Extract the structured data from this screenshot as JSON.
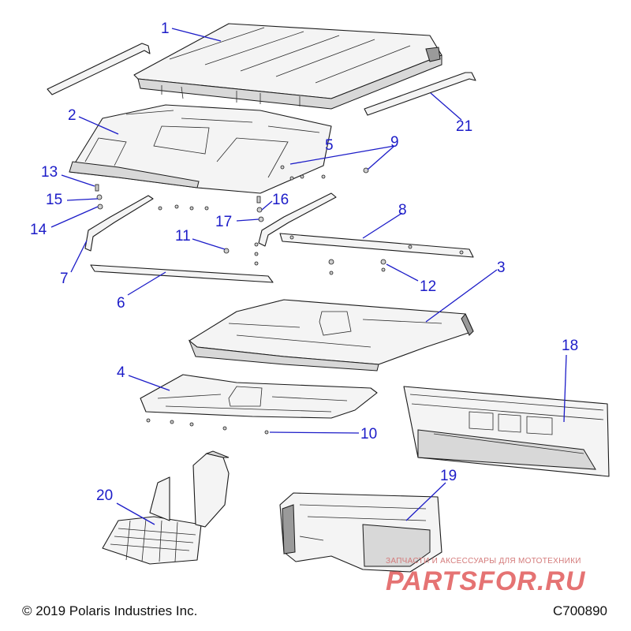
{
  "footer": {
    "copyright": "© 2019 Polaris Industries Inc.",
    "drawing_number": "C700890"
  },
  "watermark": {
    "caption": "ЗАПЧАСТИ И АКСЕССУАРЫ ДЛЯ МОТОТЕХНИКИ",
    "logo_text": "PARTSFOR.RU",
    "color": "#e05a5a"
  },
  "callouts": [
    "1",
    "2",
    "3",
    "4",
    "5",
    "6",
    "7",
    "8",
    "9",
    "10",
    "11",
    "12",
    "13",
    "14",
    "15",
    "16",
    "17",
    "18",
    "19",
    "20",
    "21"
  ],
  "colors": {
    "callout": "#1c1cc8",
    "line": "#1a1a1a"
  }
}
